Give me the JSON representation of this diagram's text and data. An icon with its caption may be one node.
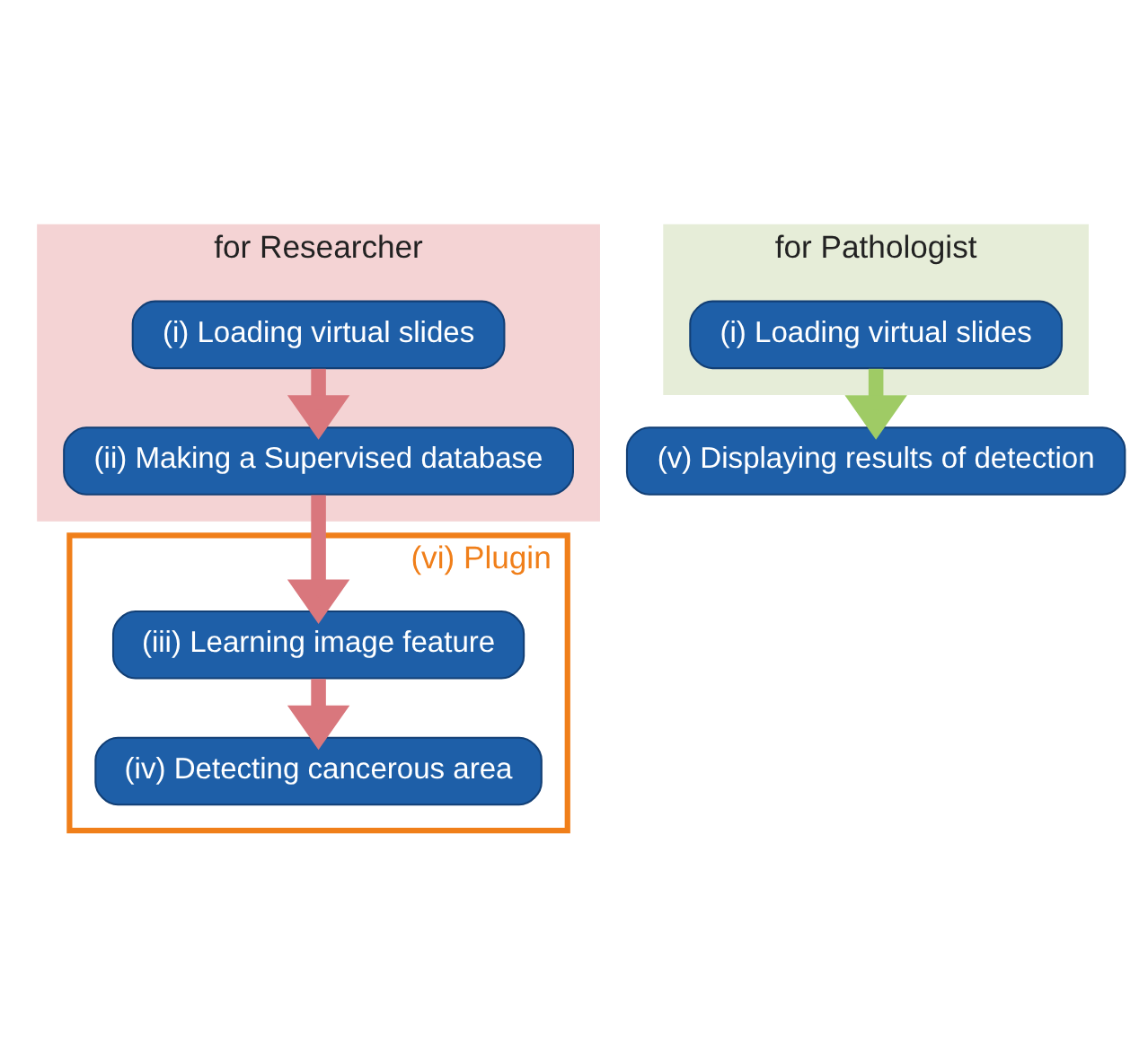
{
  "diagram": {
    "nodes": [
      {
        "text": [
          "for Researcher"
        ]
      },
      {
        "text": [
          "(i) Loading virtual slides"
        ],
        "in": 0
      },
      {
        "text": [
          "(ii) Making a Supervised database"
        ],
        "in": 0
      },
      {
        "text": [
          "for Pathologist"
        ]
      },
      {
        "text": [
          "(i) Loading virtual slides"
        ],
        "in": 3
      },
      {
        "text": [
          "(vi) Plugin"
        ]
      },
      {
        "text": [
          "(iii) Learning image feature"
        ],
        "in": 5
      },
      {
        "text": [
          "(iv) Detecting cancerous area"
        ],
        "in": 5
      },
      {
        "text": [
          "(v) Displaying results of detection"
        ]
      }
    ],
    "edges": [
      {
        "from": 1,
        "to": 2,
        "arrow": "to"
      },
      {
        "from": 2,
        "to": 6,
        "arrow": "to"
      },
      {
        "from": 6,
        "to": 7,
        "arrow": "to"
      },
      {
        "from": 4,
        "to": 8,
        "arrow": "to",
        "color": "#9fcb65"
      }
    ]
  }
}
